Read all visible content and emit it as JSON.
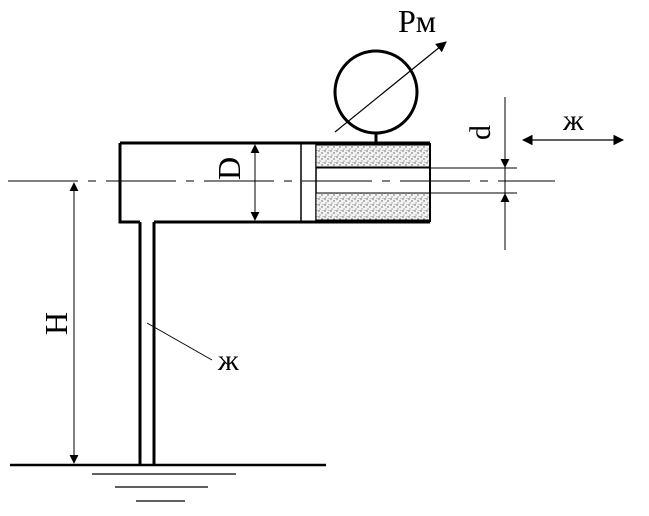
{
  "labels": {
    "gauge": "Pм",
    "diameter_big": "D",
    "diameter_small": "d",
    "height": "H",
    "liquid_tube": "ж",
    "liquid_outlet": "ж"
  },
  "colors": {
    "line": "#000000",
    "background": "#ffffff",
    "hatch_fill": "#f2f2f2",
    "hatch_dots": "#555555"
  }
}
